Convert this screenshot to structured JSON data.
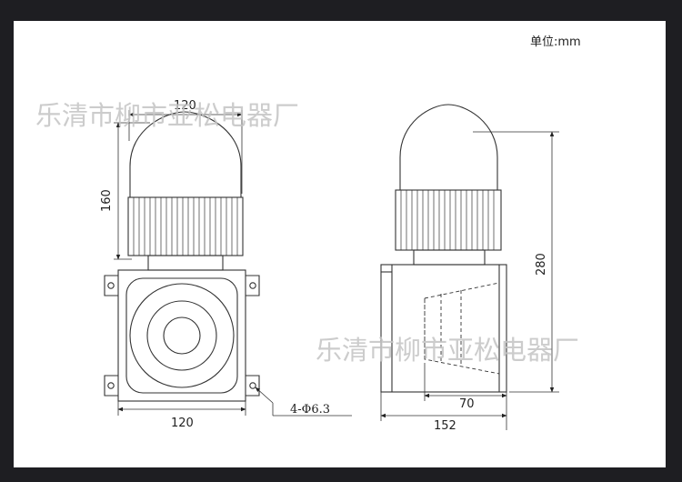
{
  "unit_label": "单位:mm",
  "watermark": "乐清市柳市亚松电器厂",
  "front_view": {
    "top_width": "120",
    "lamp_height": "160",
    "base_width": "120",
    "mount_holes": "4-Φ6.3"
  },
  "side_view": {
    "total_height": "280",
    "horn_depth": "70",
    "total_depth": "152"
  },
  "colors": {
    "background": "#1e1e22",
    "sheet": "#ffffff",
    "line": "#333333",
    "watermark": "#c4c4c4"
  }
}
